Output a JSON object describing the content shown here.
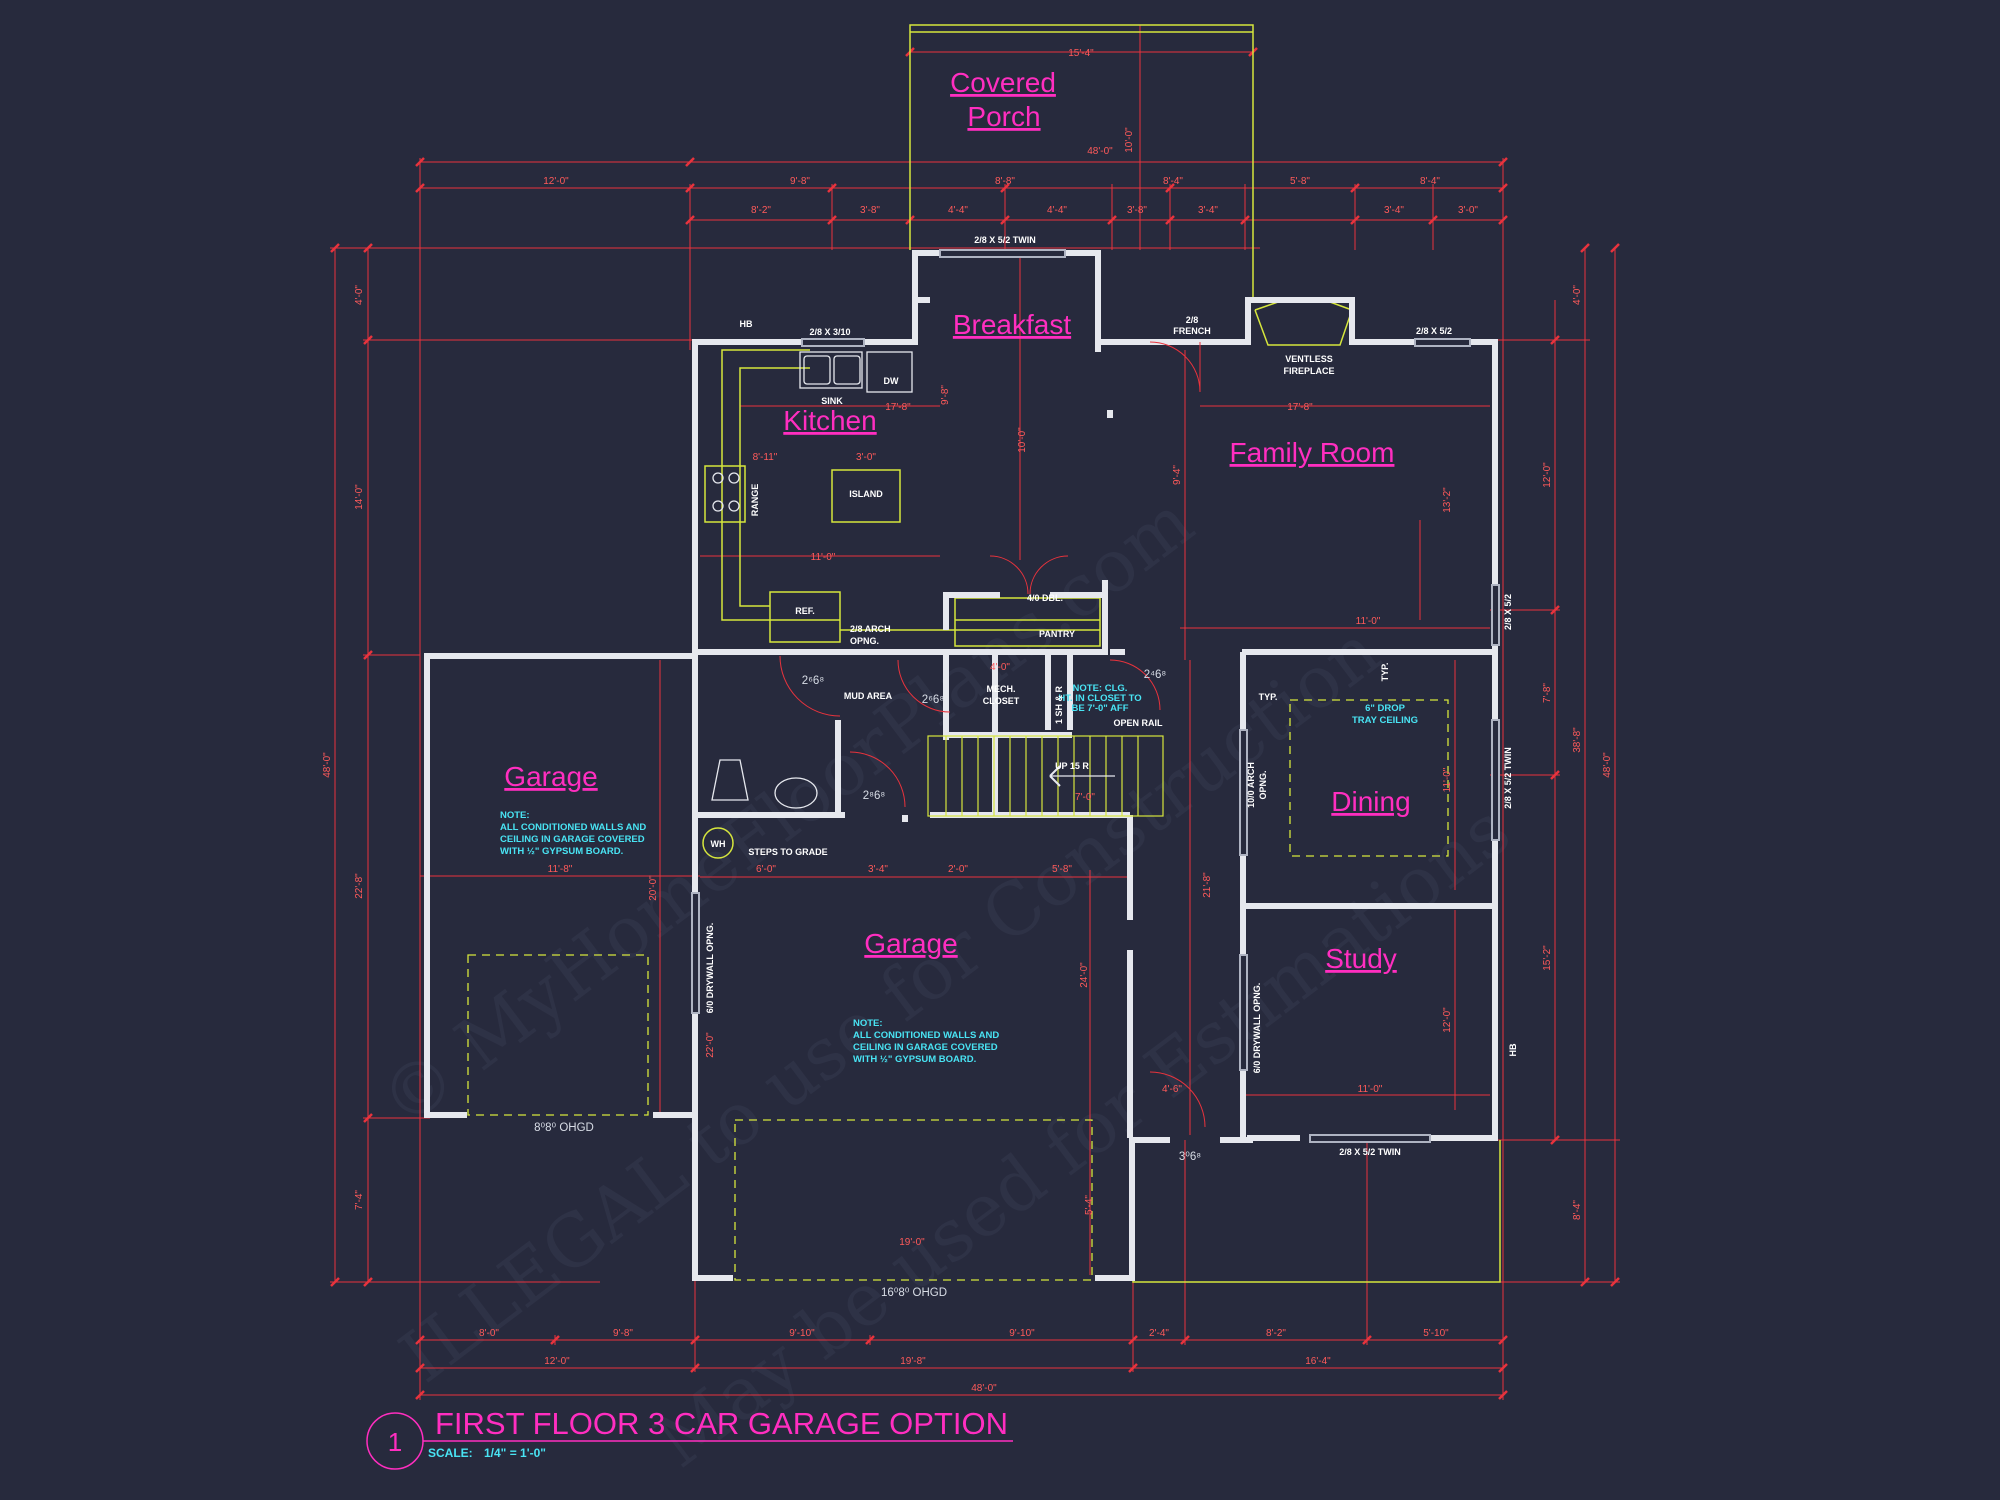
{
  "title": {
    "badge": "1",
    "text": "FIRST FLOOR 3 CAR GARAGE OPTION",
    "scale_label": "SCALE:",
    "scale_value": "1/4\" = 1'-0\""
  },
  "rooms": {
    "covered_porch_1": "Covered",
    "covered_porch_2": "Porch",
    "breakfast": "Breakfast",
    "kitchen": "Kitchen",
    "family_room": "Family Room",
    "garage_left": "Garage",
    "garage_main": "Garage",
    "dining": "Dining",
    "study": "Study"
  },
  "notes": {
    "garage_note": [
      "NOTE:",
      "ALL CONDITIONED WALLS AND",
      "CEILING IN GARAGE COVERED",
      "WITH ½\" GYPSUM BOARD."
    ],
    "tray_ceiling": [
      "6\" DROP",
      "TRAY CEILING"
    ],
    "closet_note": [
      "NOTE: CLG.",
      "HT. IN CLOSET TO",
      "BE 7'-0\" AFF"
    ],
    "fireplace": [
      "VENTLESS",
      "FIREPLACE"
    ],
    "sink": "SINK",
    "dw": "DW",
    "island": "ISLAND",
    "range": "RANGE",
    "ref": "REF.",
    "arch_opening": [
      "2/8 ARCH",
      "OPNG."
    ],
    "pantry": "PANTRY",
    "dbl": "4/0 DBL.",
    "mud_area": "MUD AREA",
    "mech_closet": [
      "MECH.",
      "CLOSET"
    ],
    "shelf_rod": "1 SH & R",
    "open_rail": "OPEN RAIL",
    "stairs": "UP 15 R",
    "wh": "WH",
    "steps_to_grade": "STEPS TO GRADE",
    "drywall_opening_garage": "6/0 DRYWALL OPNG.",
    "drywall_opening_study": "6/0 DRYWALL OPNG.",
    "arch_dining": [
      "10/0 ARCH",
      "OPNG."
    ],
    "typ": "TYP.",
    "typ2": "TYP.",
    "hb_left": "HB",
    "hb_right": "HB",
    "french": [
      "2/8",
      "FRENCH"
    ],
    "win_breakfast": "2/8 X 5/2 TWIN",
    "win_kitchen": "2/8 X 3/10",
    "win_family": "2/8 X 5/2",
    "win_right_1": "2/8 X 5/2",
    "win_right_2": "2/8 X 5/2 TWIN",
    "win_study": "2/8 X 5/2 TWIN"
  },
  "doors": {
    "ohgd_left": "8⁰8⁰ OHGD",
    "ohgd_main": "16⁰8⁰ OHGD",
    "door_1": "2⁶6⁸",
    "door_2": "2⁶6⁸",
    "door_3": "2⁴6⁸",
    "door_4": "2⁸6⁸",
    "door_5": "3⁰6⁸"
  },
  "dimensions": {
    "porch_width": "15'-4\"",
    "porch_depth": "10'-0\"",
    "overall_width_top": "48'-0\"",
    "overall_width_bottom": "48'-0\"",
    "top_row1": [
      "12'-0\"",
      "9'-8\"",
      "8'-8\"",
      "8'-4\"",
      "5'-8\"",
      "8'-4\""
    ],
    "top_row2": [
      "8'-2\"",
      "3'-8\"",
      "4'-4\"",
      "4'-4\"",
      "3'-8\"",
      "3'-4\"",
      "3'-4\"",
      "3'-0\""
    ],
    "bottom_row1": [
      "8'-0\"",
      "9'-8\"",
      "9'-10\"",
      "9'-10\"",
      "2'-4\"",
      "8'-2\"",
      "5'-10\""
    ],
    "bottom_row2": [
      "12'-0\"",
      "19'-8\"",
      "16'-4\""
    ],
    "left_outer": "48'-0\"",
    "left_inner": [
      "4'-0\"",
      "14'-0\"",
      "22'-8\"",
      "7'-4\""
    ],
    "right_outer": "48'-0\"",
    "right_mid": "38'-8\"",
    "right_inner": [
      "4'-0\"",
      "12'-0\"",
      "7'-8\"",
      "15'-2\"",
      "8'-4\""
    ],
    "interior": {
      "kitchen_top": "17'-8\"",
      "family_top": "17'-8\"",
      "kitchen_a": "8'-11\"",
      "kitchen_b": "3'-0\"",
      "kitchen_width": "11'-0\"",
      "breakfast_a": "9'-8\"",
      "breakfast_b": "10'-0\"",
      "family_width": "11'-0\"",
      "family_height": "13'-2\"",
      "garage_left_width": "11'-8\"",
      "garage_left_height": "20'-0\"",
      "garage_main_width": "19'-0\"",
      "garage_main_depth": "24'-0\"",
      "garage_depth2": "22'-0\"",
      "study_width": "11'-0\"",
      "study_height": "12'-0\"",
      "dining_height": "11'-0\"",
      "mud_row": [
        "6'-0\"",
        "3'-4\"",
        "2'-0\"",
        "5'-8\""
      ],
      "hall": "21'-8\"",
      "stair": "7'-0\"",
      "mech": "4'-0\"",
      "fam_left": "9'-4\"",
      "garage_side": "5'-4\"",
      "door_dim": "4'-6\""
    }
  },
  "watermark": {
    "line1": "© MyHomeFloorPlans.com",
    "line2": "ILLEGAL to use for Construction",
    "line3": "May be used for Estimations"
  }
}
